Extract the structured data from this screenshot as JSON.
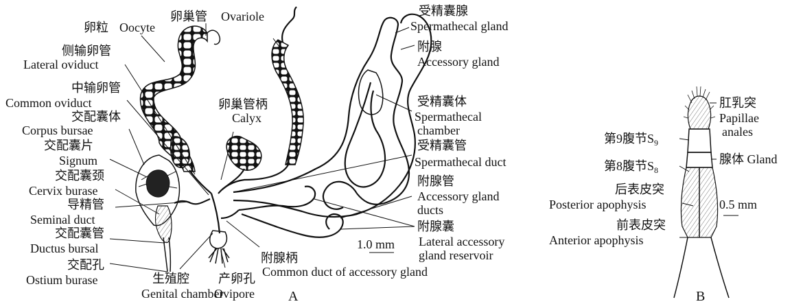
{
  "panels": {
    "a": "A",
    "b": "B"
  },
  "labels": {
    "oocyte_cn": "卵粒",
    "oocyte_en": "Oocyte",
    "ovariole_cn": "卵巢管",
    "ovariole_en": "Ovariole",
    "lateral_oviduct_cn": "侧输卵管",
    "lateral_oviduct_en": "Lateral oviduct",
    "common_oviduct_cn": "中输卵管",
    "common_oviduct_en": "Common oviduct",
    "calyx_cn": "卵巢管柄",
    "calyx_en": "Calyx",
    "corpus_bursae_cn": "交配囊体",
    "corpus_bursae_en": "Corpus bursae",
    "signum_cn": "交配囊片",
    "signum_en": "Signum",
    "cervix_bursae_cn": "交配囊颈",
    "cervix_bursae_en": "Cervix burase",
    "seminal_duct_cn": "导精管",
    "seminal_duct_en": "Seminal duct",
    "ductus_bursal_cn": "交配囊管",
    "ductus_bursal_en": "Ductus bursal",
    "ostium_cn": "交配孔",
    "ostium_en": "Ostium burase",
    "genital_chamber_cn": "生殖腔",
    "genital_chamber_en": "Genital chamber",
    "ovipore_cn": "产卵孔",
    "ovipore_en": "Ovipore",
    "common_duct_cn": "附腺柄",
    "common_duct_en": "Common duct of accessory gland",
    "sperm_gland_cn": "受精囊腺",
    "sperm_gland_en": "Spermathecal gland",
    "accessory_gland_cn": "附腺",
    "accessory_gland_en": "Accessory gland",
    "sperm_chamber_cn": "受精囊体",
    "sperm_chamber_en1": "Spermathecal",
    "sperm_chamber_en2": "chamber",
    "sperm_duct_cn": "受精囊管",
    "sperm_duct_en": "Spermathecal duct",
    "acc_ducts_cn": "附腺管",
    "acc_ducts_en1": "Accessory gland",
    "acc_ducts_en2": "ducts",
    "lateral_res_cn": "附腺囊",
    "lateral_res_en1": "Lateral accessory",
    "lateral_res_en2": "gland reservoir",
    "scale_a": "1.0 mm",
    "papillae_cn": "肛乳突",
    "papillae_en1": "Papillae",
    "papillae_en2": "anales",
    "s9_cn": "第9腹节S",
    "s9_sub": "9",
    "gland_b": "腺体 Gland",
    "s8_cn": "第8腹节S",
    "s8_sub": "8",
    "post_apo_cn": "后表皮突",
    "post_apo_en": "Posterior apophysis",
    "scale_b": "0.5 mm",
    "ant_apo_cn": "前表皮突",
    "ant_apo_en": "Anterior apophysis"
  }
}
